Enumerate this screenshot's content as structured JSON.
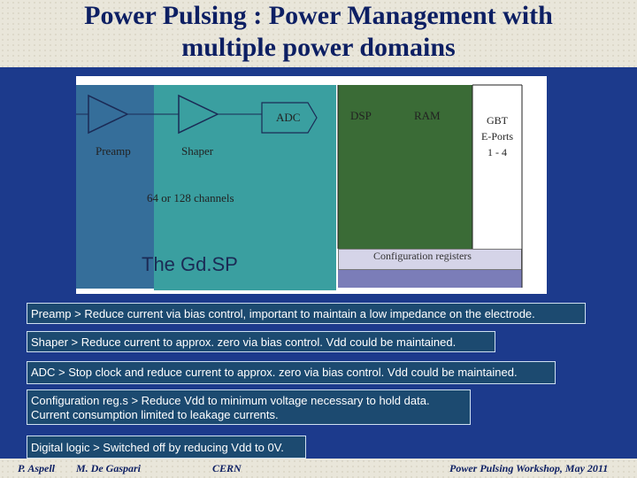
{
  "title": {
    "line1": "Power Pulsing : Power Management with",
    "line2": "multiple power domains"
  },
  "diagram": {
    "adc": "ADC",
    "dsp": "DSP",
    "ram": "RAM",
    "gbt_line1": "GBT",
    "gbt_line2": "E-Ports",
    "gbt_line3": "1 - 4",
    "preamp": "Preamp",
    "shaper": "Shaper",
    "channels": "64 or 128 channels",
    "chip_name": "The Gd.SP",
    "config_registers": "Configuration registers"
  },
  "bullets": {
    "preamp": "Preamp > Reduce current via bias control,  important to maintain a low impedance on the electrode.",
    "shaper": "Shaper > Reduce current to approx. zero via bias control. Vdd could be maintained.",
    "adc": "ADC > Stop clock and reduce current to approx. zero via bias control. Vdd could be maintained.",
    "config_line1": "Configuration reg.s > Reduce Vdd to minimum voltage necessary to hold data.",
    "config_line2": "Current consumption limited to leakage currents.",
    "digital": "Digital logic > Switched off by reducing Vdd to 0V."
  },
  "footer": {
    "author1": "P. Aspell",
    "author2": "M. De Gaspari",
    "org": "CERN",
    "event": "Power Pulsing Workshop, May 2011"
  },
  "colors": {
    "background": "#1c3a8c",
    "title_band": "#e9e6da",
    "title_text": "#0d1f63",
    "preamp_domain": "#356e9a",
    "shaper_domain": "#3a9fa0",
    "digital_domain": "#3a6b36",
    "config_domain": "#7b7db8",
    "bullet_box": "#1c4a70"
  }
}
